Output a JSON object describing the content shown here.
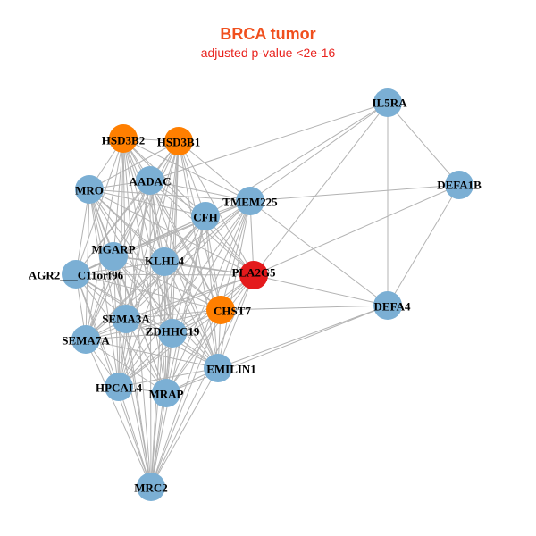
{
  "title": "BRCA tumor",
  "subtitle": "adjusted p-value <2e-16",
  "colors": {
    "default_node": "#7bafd4",
    "highlight_node": "#ff7f00",
    "focus_node": "#e41a1c",
    "edge": "#b3b3b3",
    "title": "#f0501e",
    "subtitle": "#e8231e"
  },
  "nodes": [
    {
      "id": "IL5RA",
      "label": "IL5RA",
      "type": "default"
    },
    {
      "id": "HSD3B2",
      "label": "HSD3B2",
      "type": "highlight"
    },
    {
      "id": "HSD3B1",
      "label": "HSD3B1",
      "type": "highlight"
    },
    {
      "id": "MRO",
      "label": "MRO",
      "type": "default"
    },
    {
      "id": "AADAC",
      "label": "AADAC",
      "type": "default"
    },
    {
      "id": "DEFA1B",
      "label": "DEFA1B",
      "type": "default"
    },
    {
      "id": "TMEM225",
      "label": "TMEM225",
      "type": "default"
    },
    {
      "id": "CFH",
      "label": "CFH",
      "type": "default"
    },
    {
      "id": "MGARP",
      "label": "MGARP",
      "type": "default"
    },
    {
      "id": "KLHL4",
      "label": "KLHL4",
      "type": "default"
    },
    {
      "id": "AGR2___C11orf96",
      "label": "AGR2___C11orf96",
      "type": "default"
    },
    {
      "id": "PLA2G5",
      "label": "PLA2G5",
      "type": "focus"
    },
    {
      "id": "CHST7",
      "label": "CHST7",
      "type": "highlight"
    },
    {
      "id": "DEFA4",
      "label": "DEFA4",
      "type": "default"
    },
    {
      "id": "SEMA3A",
      "label": "SEMA3A",
      "type": "default"
    },
    {
      "id": "ZDHHC19",
      "label": "ZDHHC19",
      "type": "default"
    },
    {
      "id": "SEMA7A",
      "label": "SEMA7A",
      "type": "default"
    },
    {
      "id": "EMILIN1",
      "label": "EMILIN1",
      "type": "default"
    },
    {
      "id": "HPCAL4",
      "label": "HPCAL4",
      "type": "default"
    },
    {
      "id": "MRAP",
      "label": "MRAP",
      "type": "default"
    },
    {
      "id": "MRC2",
      "label": "MRC2",
      "type": "default"
    }
  ],
  "edges": [
    [
      "IL5RA",
      "DEFA1B"
    ],
    [
      "IL5RA",
      "DEFA4"
    ],
    [
      "IL5RA",
      "PLA2G5"
    ],
    [
      "IL5RA",
      "TMEM225"
    ],
    [
      "IL5RA",
      "CFH"
    ],
    [
      "IL5RA",
      "AADAC"
    ],
    [
      "DEFA1B",
      "DEFA4"
    ],
    [
      "DEFA1B",
      "TMEM225"
    ],
    [
      "DEFA1B",
      "PLA2G5"
    ],
    [
      "DEFA4",
      "PLA2G5"
    ],
    [
      "DEFA4",
      "TMEM225"
    ],
    [
      "DEFA4",
      "CHST7"
    ],
    [
      "DEFA4",
      "EMILIN1"
    ],
    [
      "DEFA4",
      "MRAP"
    ],
    [
      "HSD3B2",
      "HSD3B1"
    ],
    [
      "HSD3B2",
      "MRO"
    ],
    [
      "HSD3B2",
      "AADAC"
    ],
    [
      "HSD3B2",
      "CFH"
    ],
    [
      "HSD3B2",
      "MGARP"
    ],
    [
      "HSD3B2",
      "KLHL4"
    ],
    [
      "HSD3B2",
      "AGR2___C11orf96"
    ],
    [
      "HSD3B2",
      "SEMA3A"
    ],
    [
      "HSD3B2",
      "ZDHHC19"
    ],
    [
      "HSD3B2",
      "SEMA7A"
    ],
    [
      "HSD3B2",
      "HPCAL4"
    ],
    [
      "HSD3B2",
      "MRAP"
    ],
    [
      "HSD3B2",
      "MRC2"
    ],
    [
      "HSD3B2",
      "CHST7"
    ],
    [
      "HSD3B2",
      "PLA2G5"
    ],
    [
      "HSD3B2",
      "TMEM225"
    ],
    [
      "HSD3B2",
      "EMILIN1"
    ],
    [
      "HSD3B1",
      "MRO"
    ],
    [
      "HSD3B1",
      "AADAC"
    ],
    [
      "HSD3B1",
      "CFH"
    ],
    [
      "HSD3B1",
      "TMEM225"
    ],
    [
      "HSD3B1",
      "MGARP"
    ],
    [
      "HSD3B1",
      "KLHL4"
    ],
    [
      "HSD3B1",
      "AGR2___C11orf96"
    ],
    [
      "HSD3B1",
      "SEMA3A"
    ],
    [
      "HSD3B1",
      "ZDHHC19"
    ],
    [
      "HSD3B1",
      "SEMA7A"
    ],
    [
      "HSD3B1",
      "HPCAL4"
    ],
    [
      "HSD3B1",
      "MRAP"
    ],
    [
      "HSD3B1",
      "MRC2"
    ],
    [
      "HSD3B1",
      "CHST7"
    ],
    [
      "HSD3B1",
      "PLA2G5"
    ],
    [
      "HSD3B1",
      "EMILIN1"
    ],
    [
      "MRO",
      "AADAC"
    ],
    [
      "MRO",
      "CFH"
    ],
    [
      "MRO",
      "TMEM225"
    ],
    [
      "MRO",
      "MGARP"
    ],
    [
      "MRO",
      "KLHL4"
    ],
    [
      "MRO",
      "AGR2___C11orf96"
    ],
    [
      "MRO",
      "SEMA3A"
    ],
    [
      "MRO",
      "ZDHHC19"
    ],
    [
      "MRO",
      "SEMA7A"
    ],
    [
      "MRO",
      "HPCAL4"
    ],
    [
      "MRO",
      "MRAP"
    ],
    [
      "MRO",
      "MRC2"
    ],
    [
      "MRO",
      "CHST7"
    ],
    [
      "MRO",
      "PLA2G5"
    ],
    [
      "MRO",
      "EMILIN1"
    ],
    [
      "AADAC",
      "CFH"
    ],
    [
      "AADAC",
      "TMEM225"
    ],
    [
      "AADAC",
      "MGARP"
    ],
    [
      "AADAC",
      "KLHL4"
    ],
    [
      "AADAC",
      "AGR2___C11orf96"
    ],
    [
      "AADAC",
      "SEMA3A"
    ],
    [
      "AADAC",
      "ZDHHC19"
    ],
    [
      "AADAC",
      "SEMA7A"
    ],
    [
      "AADAC",
      "HPCAL4"
    ],
    [
      "AADAC",
      "MRAP"
    ],
    [
      "AADAC",
      "MRC2"
    ],
    [
      "AADAC",
      "CHST7"
    ],
    [
      "AADAC",
      "PLA2G5"
    ],
    [
      "AADAC",
      "EMILIN1"
    ],
    [
      "TMEM225",
      "CFH"
    ],
    [
      "TMEM225",
      "MGARP"
    ],
    [
      "TMEM225",
      "KLHL4"
    ],
    [
      "TMEM225",
      "AGR2___C11orf96"
    ],
    [
      "TMEM225",
      "SEMA3A"
    ],
    [
      "TMEM225",
      "ZDHHC19"
    ],
    [
      "TMEM225",
      "SEMA7A"
    ],
    [
      "TMEM225",
      "HPCAL4"
    ],
    [
      "TMEM225",
      "MRAP"
    ],
    [
      "TMEM225",
      "MRC2"
    ],
    [
      "TMEM225",
      "CHST7"
    ],
    [
      "TMEM225",
      "PLA2G5"
    ],
    [
      "TMEM225",
      "EMILIN1"
    ],
    [
      "CFH",
      "MGARP"
    ],
    [
      "CFH",
      "KLHL4"
    ],
    [
      "CFH",
      "AGR2___C11orf96"
    ],
    [
      "CFH",
      "SEMA3A"
    ],
    [
      "CFH",
      "ZDHHC19"
    ],
    [
      "CFH",
      "SEMA7A"
    ],
    [
      "CFH",
      "HPCAL4"
    ],
    [
      "CFH",
      "MRAP"
    ],
    [
      "CFH",
      "MRC2"
    ],
    [
      "CFH",
      "CHST7"
    ],
    [
      "CFH",
      "PLA2G5"
    ],
    [
      "CFH",
      "EMILIN1"
    ],
    [
      "MGARP",
      "KLHL4"
    ],
    [
      "MGARP",
      "AGR2___C11orf96"
    ],
    [
      "MGARP",
      "SEMA3A"
    ],
    [
      "MGARP",
      "ZDHHC19"
    ],
    [
      "MGARP",
      "SEMA7A"
    ],
    [
      "MGARP",
      "HPCAL4"
    ],
    [
      "MGARP",
      "MRAP"
    ],
    [
      "MGARP",
      "MRC2"
    ],
    [
      "MGARP",
      "CHST7"
    ],
    [
      "MGARP",
      "PLA2G5"
    ],
    [
      "MGARP",
      "EMILIN1"
    ],
    [
      "KLHL4",
      "AGR2___C11orf96"
    ],
    [
      "KLHL4",
      "SEMA3A"
    ],
    [
      "KLHL4",
      "ZDHHC19"
    ],
    [
      "KLHL4",
      "SEMA7A"
    ],
    [
      "KLHL4",
      "HPCAL4"
    ],
    [
      "KLHL4",
      "MRAP"
    ],
    [
      "KLHL4",
      "MRC2"
    ],
    [
      "KLHL4",
      "CHST7"
    ],
    [
      "KLHL4",
      "PLA2G5"
    ],
    [
      "KLHL4",
      "EMILIN1"
    ],
    [
      "AGR2___C11orf96",
      "SEMA3A"
    ],
    [
      "AGR2___C11orf96",
      "ZDHHC19"
    ],
    [
      "AGR2___C11orf96",
      "SEMA7A"
    ],
    [
      "AGR2___C11orf96",
      "HPCAL4"
    ],
    [
      "AGR2___C11orf96",
      "MRAP"
    ],
    [
      "AGR2___C11orf96",
      "MRC2"
    ],
    [
      "AGR2___C11orf96",
      "CHST7"
    ],
    [
      "AGR2___C11orf96",
      "PLA2G5"
    ],
    [
      "AGR2___C11orf96",
      "EMILIN1"
    ],
    [
      "PLA2G5",
      "CHST7"
    ],
    [
      "PLA2G5",
      "SEMA3A"
    ],
    [
      "PLA2G5",
      "ZDHHC19"
    ],
    [
      "PLA2G5",
      "SEMA7A"
    ],
    [
      "PLA2G5",
      "HPCAL4"
    ],
    [
      "PLA2G5",
      "MRAP"
    ],
    [
      "PLA2G5",
      "MRC2"
    ],
    [
      "PLA2G5",
      "EMILIN1"
    ],
    [
      "CHST7",
      "SEMA3A"
    ],
    [
      "CHST7",
      "ZDHHC19"
    ],
    [
      "CHST7",
      "SEMA7A"
    ],
    [
      "CHST7",
      "HPCAL4"
    ],
    [
      "CHST7",
      "MRAP"
    ],
    [
      "CHST7",
      "MRC2"
    ],
    [
      "CHST7",
      "EMILIN1"
    ],
    [
      "SEMA3A",
      "ZDHHC19"
    ],
    [
      "SEMA3A",
      "SEMA7A"
    ],
    [
      "SEMA3A",
      "HPCAL4"
    ],
    [
      "SEMA3A",
      "MRAP"
    ],
    [
      "SEMA3A",
      "MRC2"
    ],
    [
      "SEMA3A",
      "EMILIN1"
    ],
    [
      "ZDHHC19",
      "SEMA7A"
    ],
    [
      "ZDHHC19",
      "HPCAL4"
    ],
    [
      "ZDHHC19",
      "MRAP"
    ],
    [
      "ZDHHC19",
      "MRC2"
    ],
    [
      "ZDHHC19",
      "EMILIN1"
    ],
    [
      "SEMA7A",
      "HPCAL4"
    ],
    [
      "SEMA7A",
      "MRAP"
    ],
    [
      "SEMA7A",
      "MRC2"
    ],
    [
      "SEMA7A",
      "EMILIN1"
    ],
    [
      "HPCAL4",
      "MRAP"
    ],
    [
      "HPCAL4",
      "MRC2"
    ],
    [
      "HPCAL4",
      "EMILIN1"
    ],
    [
      "MRAP",
      "MRC2"
    ],
    [
      "MRAP",
      "EMILIN1"
    ],
    [
      "EMILIN1",
      "MRC2"
    ]
  ]
}
